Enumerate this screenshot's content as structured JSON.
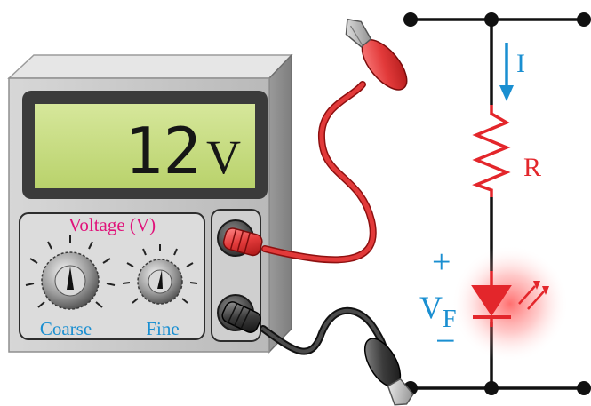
{
  "display": {
    "reading": "12",
    "unit": "V"
  },
  "panel": {
    "title": "Voltage (V)",
    "knob_coarse_label": "Coarse",
    "knob_fine_label": "Fine"
  },
  "circuit": {
    "current_label": "I",
    "resistor_label": "R",
    "plus_label": "+",
    "minus_label": "−",
    "vf_main": "V",
    "vf_sub": "F"
  },
  "colors": {
    "accent_magenta": "#e0127a",
    "accent_blue": "#1a8fd1",
    "lead_red": "#e23a3a",
    "resistor_red": "#e3262b",
    "lcd_green": "#c9df86",
    "case_gray": "#c4c4c4",
    "led_red": "#e3262b"
  }
}
